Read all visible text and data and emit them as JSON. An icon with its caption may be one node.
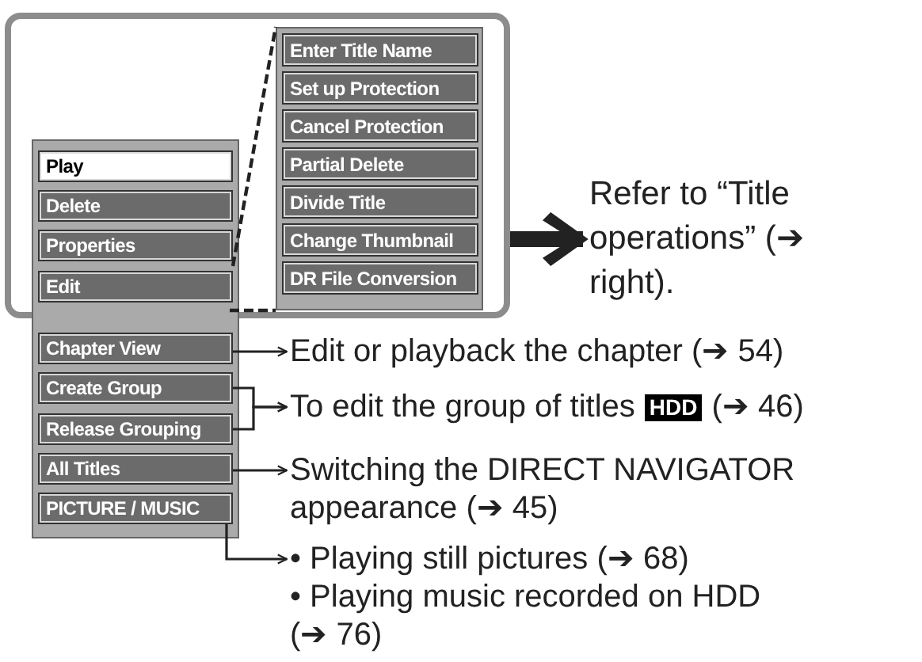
{
  "diagram": {
    "nodes": [
      {
        "text": [],
        "shape": "box"
      },
      {
        "text": [],
        "shape": "box",
        "in": 0
      },
      {
        "text": [
          "Enter Title Name"
        ],
        "in": 1
      },
      {
        "text": [
          "Set up Protection"
        ],
        "in": 1
      },
      {
        "text": [
          "Cancel Protection"
        ],
        "in": 1
      },
      {
        "text": [
          "Partial Delete"
        ],
        "in": 1
      },
      {
        "text": [
          "Divide Title"
        ],
        "in": 1
      },
      {
        "text": [
          "Change Thumbnail"
        ],
        "in": 1
      },
      {
        "text": [
          "DR File Conversion"
        ],
        "in": 1
      },
      {
        "text": [],
        "shape": "box"
      },
      {
        "text": [
          "Play"
        ]
      },
      {
        "text": [
          "Delete"
        ]
      },
      {
        "text": [
          "Properties"
        ]
      },
      {
        "text": [
          "Edit"
        ]
      },
      {
        "text": [
          "Chapter View"
        ],
        "in": 9
      },
      {
        "text": [
          "Create Group"
        ],
        "in": 9
      },
      {
        "text": [
          "Release Grouping"
        ],
        "in": 9
      },
      {
        "text": [
          "All Titles"
        ],
        "in": 9
      },
      {
        "text": [
          "PICTURE / MUSIC"
        ],
        "in": 9
      },
      {
        "text": [
          "Refer to “Title operations” (➔ right)."
        ]
      },
      {
        "text": [
          "Edit or playback the chapter (➔ 54)"
        ]
      },
      {
        "text": [
          "To edit the group of titles",
          "HDD",
          "(➔ 46)"
        ]
      },
      {
        "text": [
          "Switching the DIRECT NAVIGATOR appearance (➔ 45)"
        ]
      },
      {
        "text": [
          "• Playing still pictures (➔ 68)",
          "• Playing music recorded on HDD (➔ 76)"
        ]
      }
    ],
    "edges": [
      {
        "from": 13,
        "to": 1,
        "arrow": "none",
        "style": "dashed"
      },
      {
        "from": 0,
        "to": 19,
        "arrow": "to",
        "style": "thick"
      },
      {
        "from": 14,
        "to": 20,
        "arrow": "to"
      },
      {
        "from": 15,
        "to": 21,
        "arrow": "to"
      },
      {
        "from": 16,
        "to": 21,
        "arrow": "to"
      },
      {
        "from": 17,
        "to": 22,
        "arrow": "to"
      },
      {
        "from": 18,
        "to": 23,
        "arrow": "to"
      }
    ]
  }
}
